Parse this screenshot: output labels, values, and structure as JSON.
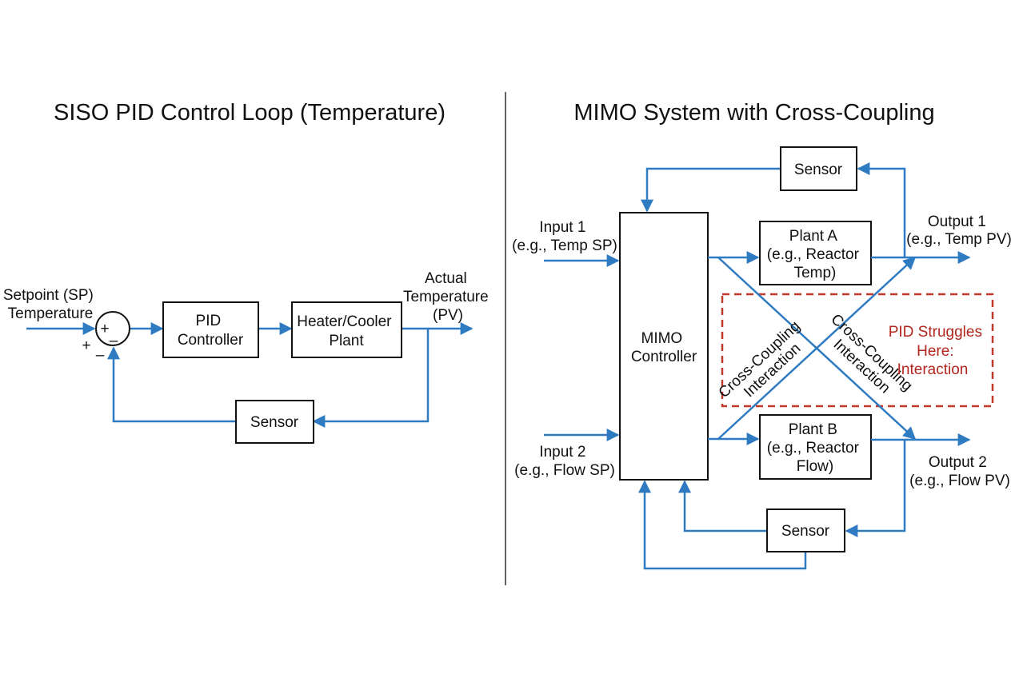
{
  "colors": {
    "wire": "#2f7bc2",
    "text": "#111111",
    "alert": "#b3261e"
  },
  "left": {
    "title": "SISO PID Control Loop (Temperature)",
    "setpoint_label": [
      "Setpoint (SP)",
      "Temperature"
    ],
    "sum_plus": "+",
    "sum_minus": "–",
    "sign_plus": "+",
    "sign_minus": "–",
    "pid_box": [
      "PID",
      "Controller"
    ],
    "plant_box": [
      "Heater/Cooler",
      "Plant"
    ],
    "output_label": [
      "Actual",
      "Temperature",
      "(PV)"
    ],
    "sensor_box": "Sensor"
  },
  "right": {
    "title": "MIMO System with Cross-Coupling",
    "input1": [
      "Input 1",
      "(e.g., Temp SP)"
    ],
    "input2": [
      "Input 2",
      "(e.g., Flow SP)"
    ],
    "controller_box": [
      "MIMO",
      "Controller"
    ],
    "plant_a": [
      "Plant A",
      "(e.g., Reactor",
      "Temp)"
    ],
    "plant_b": [
      "Plant B",
      "(e.g., Reactor",
      "Flow)"
    ],
    "output1": [
      "Output 1",
      "(e.g., Temp PV)"
    ],
    "output2": [
      "Output 2",
      "(e.g., Flow PV)"
    ],
    "sensor_top": "Sensor",
    "sensor_bottom": "Sensor",
    "coupling_left": [
      "Cross-Coupling",
      "Interaction"
    ],
    "coupling_right": [
      "Cross-Coupling",
      "Interaction"
    ],
    "struggle_note": [
      "PID Struggles",
      "Here:",
      "Interaction"
    ]
  }
}
